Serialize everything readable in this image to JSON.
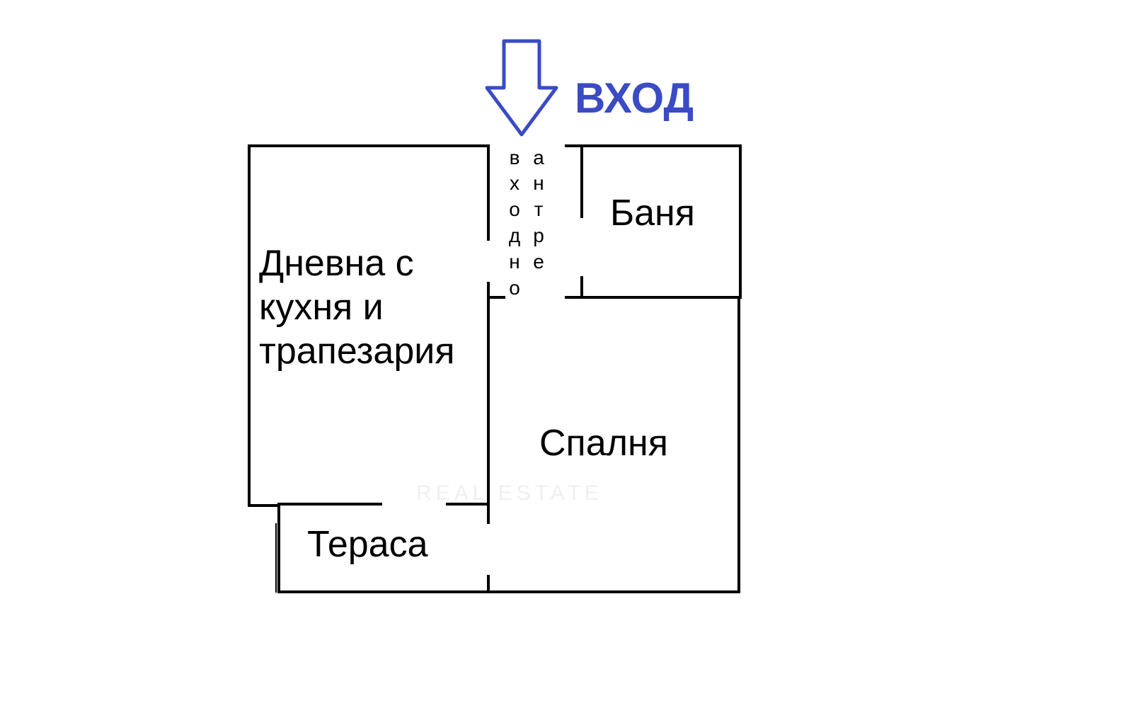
{
  "entry": {
    "label": "ВХОД",
    "color": "#3a4bc4",
    "icon": "arrow-down-icon"
  },
  "rooms": {
    "living": {
      "lines": [
        "Дневна с",
        "кухня и",
        "трапезария"
      ]
    },
    "bathroom": {
      "label": "Баня"
    },
    "bedroom": {
      "label": "Спалня"
    },
    "terrace": {
      "label": "Тераса"
    },
    "hallway": {
      "column_left": [
        "в",
        "х",
        "о",
        "д",
        "н",
        "о"
      ],
      "column_right": [
        "а",
        "н",
        "т",
        "р",
        "е"
      ]
    }
  },
  "watermark": {
    "text": "REAL ESTATE",
    "color": "#d9d9d9"
  },
  "colors": {
    "walls": "#000000",
    "background": "#ffffff"
  }
}
